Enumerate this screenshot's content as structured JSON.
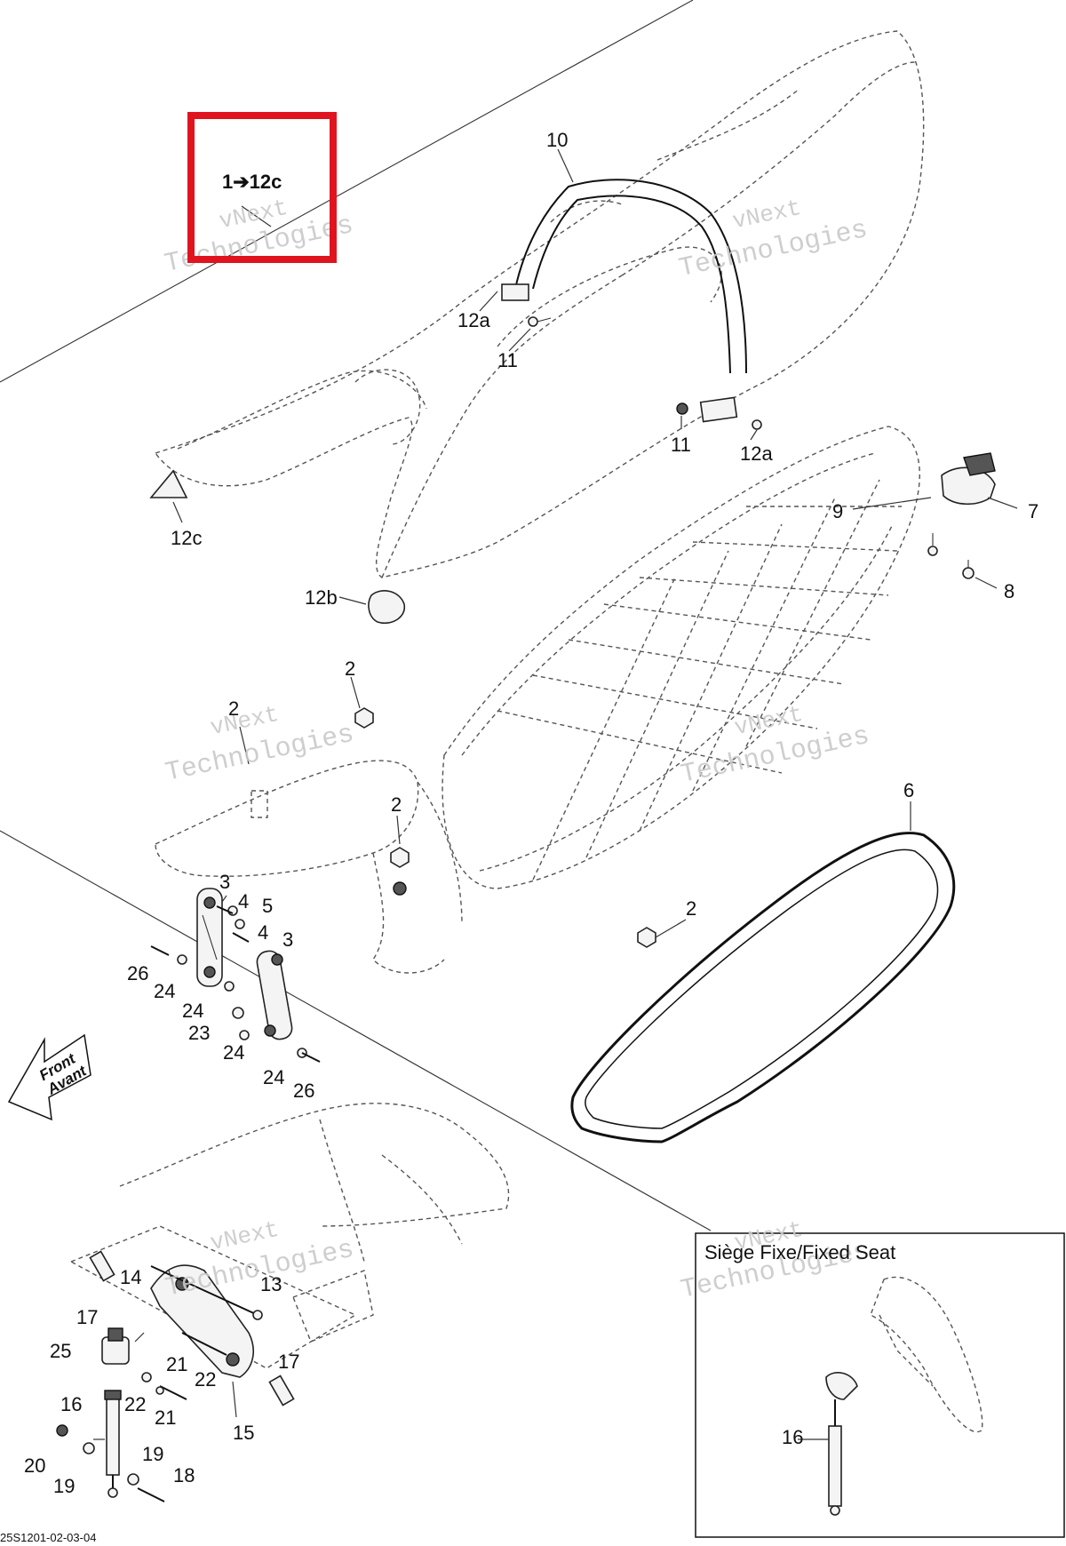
{
  "diagram": {
    "callouts": {
      "c1_12c": "1➔12c",
      "c10": "10",
      "c12a_top": "12a",
      "c11_top": "11",
      "c11_right": "11",
      "c12a_right": "12a",
      "c9": "9",
      "c7": "7",
      "c8": "8",
      "c12c": "12c",
      "c12b": "12b",
      "c2_a": "2",
      "c2_b": "2",
      "c2_c": "2",
      "c2_d": "2",
      "c6": "6",
      "c3_a": "3",
      "c4_a": "4",
      "c5": "5",
      "c4_b": "4",
      "c3_b": "3",
      "c26_a": "26",
      "c24_a": "24",
      "c24_b": "24",
      "c23": "23",
      "c24_c": "24",
      "c24_d": "24",
      "c26_b": "26",
      "c14": "14",
      "c13": "13",
      "c17_a": "17",
      "c25": "25",
      "c21_a": "21",
      "c22_a": "22",
      "c17_b": "17",
      "c16": "16",
      "c22_b": "22",
      "c21_b": "21",
      "c15": "15",
      "c20": "20",
      "c19_a": "19",
      "c19_b": "19",
      "c18": "18",
      "c16_inset": "16"
    },
    "front_arrow": {
      "line1": "Front",
      "line2": "Avant"
    },
    "inset_title": "Siège Fixe/Fixed Seat",
    "drawing_number": "25S1201-02-03-04",
    "watermark": {
      "line1": "vNext",
      "line2": "Technologies"
    },
    "highlight_color": "#e0141e"
  }
}
